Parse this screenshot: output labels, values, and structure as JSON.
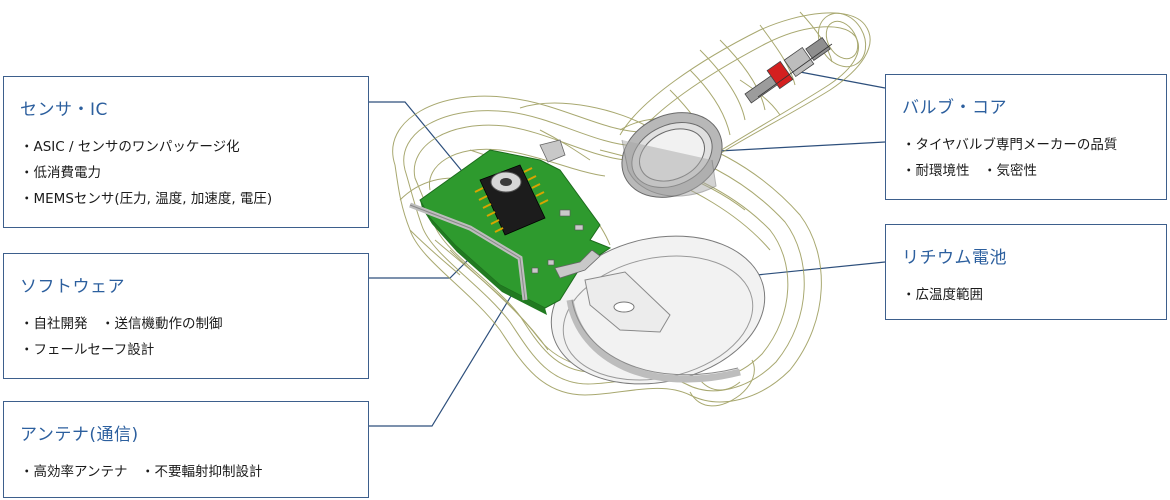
{
  "callouts": {
    "sensor": {
      "title": "センサ・IC",
      "bullets": [
        "・ASIC / センサのワンパッケージ化",
        "・低消費電力",
        "・MEMSセンサ(圧力, 温度, 加速度, 電圧)"
      ]
    },
    "software": {
      "title": "ソフトウェア",
      "bullets": [
        "・自社開発　・送信機動作の制御",
        "・フェールセーフ設計"
      ]
    },
    "antenna": {
      "title": "アンテナ(通信)",
      "bullets": [
        "・高効率アンテナ　・不要輻射抑制設計"
      ]
    },
    "valve": {
      "title": "バルブ・コア",
      "bullets": [
        "・タイヤバルブ専門メーカーの品質",
        "・耐環境性　・気密性"
      ]
    },
    "battery": {
      "title": "リチウム電池",
      "bullets": [
        "・広温度範囲"
      ]
    }
  },
  "colors": {
    "accent": "#2c5f9e",
    "border": "#3d5f8c",
    "pcb": "#2e9a2e",
    "wireframe": "#9a9a58",
    "valve_ring": "#d42020"
  }
}
